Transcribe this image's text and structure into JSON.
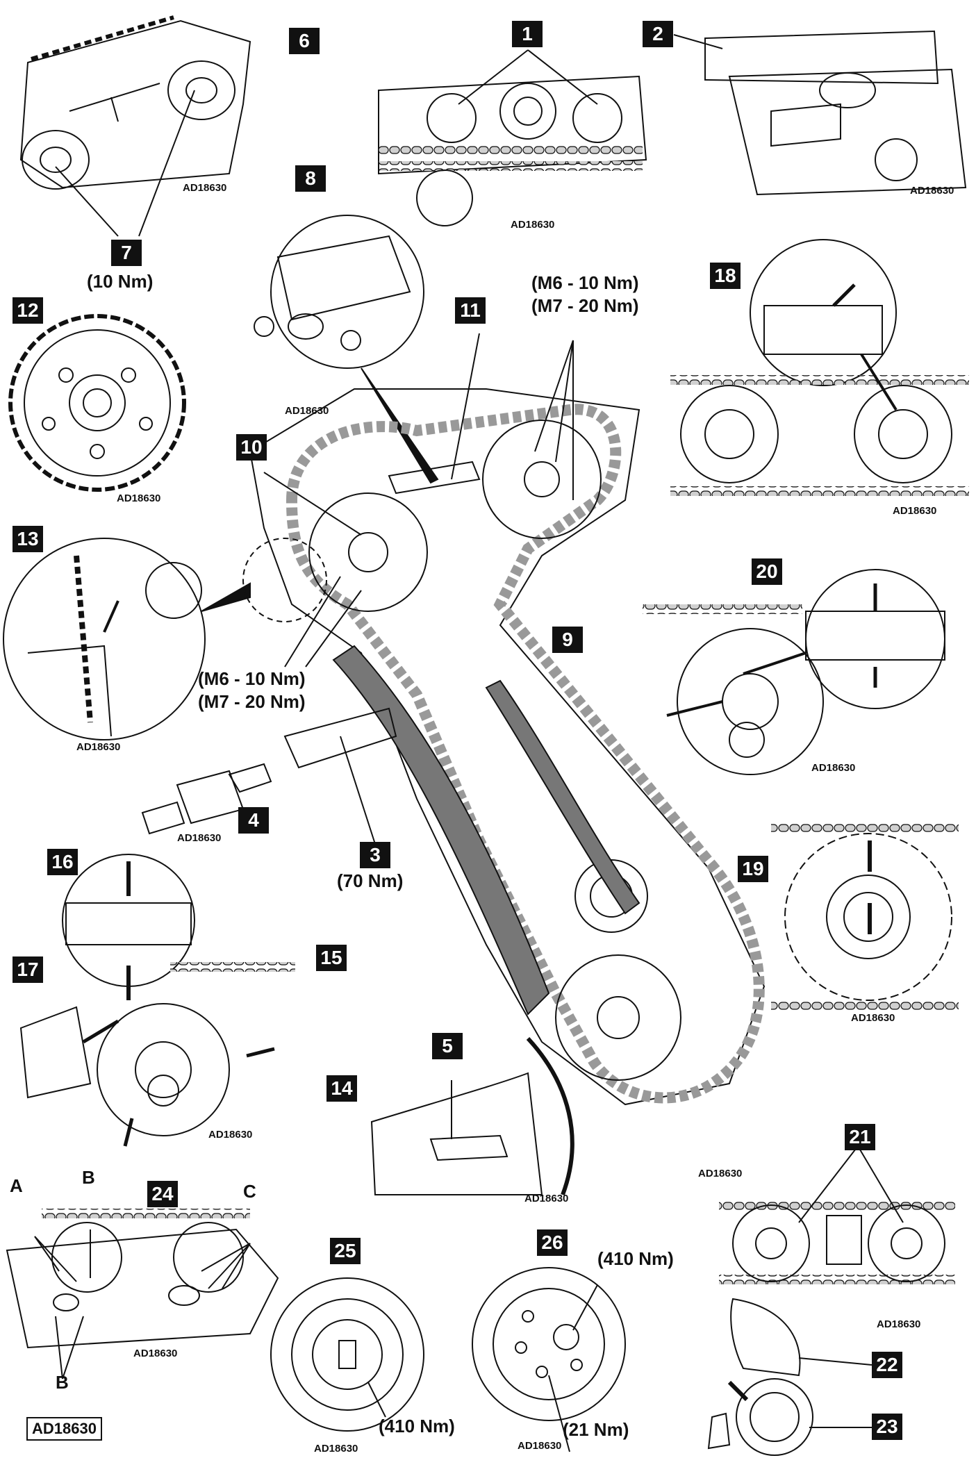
{
  "figure_code": "AD18630",
  "panels": [
    {
      "id": "p1",
      "number": "1",
      "code": "AD18630"
    },
    {
      "id": "p2",
      "number": "2",
      "code": "AD18630"
    },
    {
      "id": "p6",
      "number": "6",
      "code": "AD18630"
    },
    {
      "id": "p8",
      "number": "8",
      "code": "AD18630"
    },
    {
      "id": "p12",
      "number": "12",
      "code": "AD18630"
    },
    {
      "id": "p13",
      "number": "13",
      "code": "AD18630"
    },
    {
      "id": "p18",
      "number": "18",
      "code": "AD18630"
    },
    {
      "id": "p20",
      "number": "20",
      "code": "AD18630"
    },
    {
      "id": "p4",
      "number": "4",
      "code": "AD18630"
    },
    {
      "id": "p19",
      "number": "19",
      "code": "AD18630"
    },
    {
      "id": "p16",
      "number": "16",
      "code": "AD18630"
    },
    {
      "id": "p5",
      "number": "5",
      "code": "AD18630"
    },
    {
      "id": "p24",
      "number": "24",
      "code": "AD18630"
    },
    {
      "id": "p25",
      "number": "25",
      "code": "AD18630"
    },
    {
      "id": "p26",
      "number": "26",
      "code": "AD18630"
    },
    {
      "id": "p21",
      "number": "21",
      "code": "AD18630"
    },
    {
      "id": "main",
      "number": "",
      "code": "AD18630"
    }
  ],
  "callouts": {
    "c3": "3",
    "c7": "7",
    "c9": "9",
    "c10": "10",
    "c11": "11",
    "c14": "14",
    "c15": "15",
    "c17": "17",
    "c22": "22",
    "c23": "23"
  },
  "torque": {
    "t7": "(10 Nm)",
    "t3": "(70 Nm)",
    "t9_a": "(M6 - 10 Nm)",
    "t9_b": "(M7 - 20 Nm)",
    "t10_a": "(M6 - 10 Nm)",
    "t10_b": "(M7 - 20 Nm)",
    "t25": "(410 Nm)",
    "t26_a": "(410 Nm)",
    "t26_b": "(21 Nm)"
  },
  "letters": {
    "a": "A",
    "b_top": "B",
    "b_bottom": "B",
    "c": "C"
  },
  "colors": {
    "ink": "#111111",
    "chain_fill": "#c8c8c8",
    "guide_fill": "#777777",
    "paper": "#ffffff"
  }
}
